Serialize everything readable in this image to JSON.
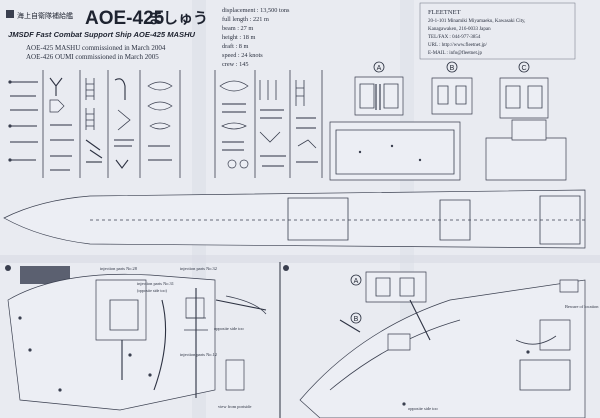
{
  "header": {
    "jp_label": "海上自衛隊補給艦",
    "model_number": "AOE-425",
    "model_name_kana": "ましゅう",
    "subtitle": "JMSDF Fast Combat Support Ship AOE-425 MASHU",
    "commission_1": "AOE-425 MASHU commissioned in March 2004",
    "commission_2": "AOE-426 OUMI commissioned in March 2005"
  },
  "specs": [
    "displacement : 13,500 tons",
    "full length : 221 m",
    "beam : 27 m",
    "height : 18 m",
    "draft : 8 m",
    "speed : 24 knots",
    "crew : 145"
  ],
  "maker": {
    "name": "FLEETNET",
    "address_1": "20-1-101 Minamiki Miyamaeku, Kawasaki City,",
    "address_2": "Kanagawaken, 216-0033 Japan",
    "tel": "TEL/FAX : 044-977-3854",
    "url": "URL : http://www.fleetnet.jp/",
    "email": "E-MAIL : info@fleetnet.jp"
  },
  "fret_labels": [
    "A",
    "B",
    "C"
  ],
  "callouts": {
    "injection_28": "injection parts No.28",
    "injection_31": "injection parts No.31",
    "opposite_same_1": "(opposite side too)",
    "injection_32": "injection parts No.32",
    "opposite_same_2": "opposite side too",
    "injection_12": "injection parts No.12",
    "view_portside": "view from portside",
    "opposite_same_3": "opposite side too",
    "bow_reference": "Beware of location",
    "part_a": "A",
    "part_b": "B"
  },
  "colors": {
    "paper": "#e9ebf1",
    "ink": "#2b3140",
    "background": "#2a2f5a"
  }
}
